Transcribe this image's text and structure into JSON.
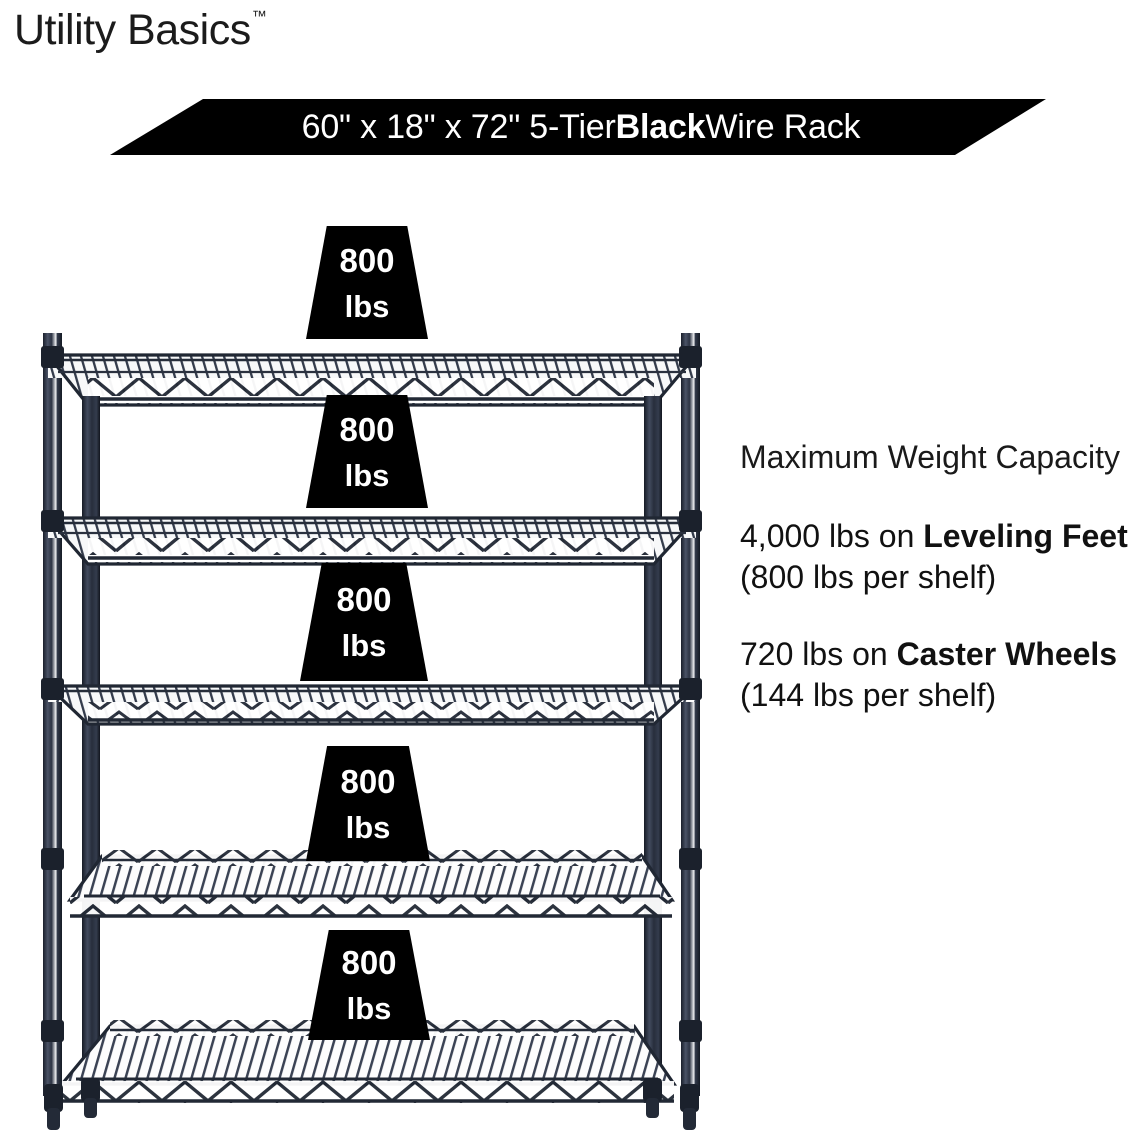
{
  "brand": {
    "name": "Utility Basics",
    "trademark": "™"
  },
  "banner": {
    "text_before": "60\" x 18\" x 72\" 5-Tier ",
    "text_bold": "Black",
    "text_after": " Wire Rack",
    "full_text": "60\" x 18\" x 72\" 5-Tier Black Wire Rack",
    "background_color": "#000000",
    "text_color": "#ffffff"
  },
  "info": {
    "heading": "Maximum Weight Capacity",
    "capacity_leveling": {
      "lead": "4,000 lbs on ",
      "bold": "Leveling Feet",
      "tail": " (800 lbs per shelf)"
    },
    "capacity_caster": {
      "lead": "720 lbs on ",
      "bold": "Caster Wheels",
      "tail": " (144 lbs per shelf)"
    }
  },
  "product": {
    "tier_count": 5,
    "shelf_badges": [
      {
        "value": "800",
        "unit": "lbs"
      },
      {
        "value": "800",
        "unit": "lbs"
      },
      {
        "value": "800",
        "unit": "lbs"
      },
      {
        "value": "800",
        "unit": "lbs"
      },
      {
        "value": "800",
        "unit": "lbs"
      }
    ],
    "frame_color": "#262c3a",
    "wire_color": "#1d222e"
  }
}
